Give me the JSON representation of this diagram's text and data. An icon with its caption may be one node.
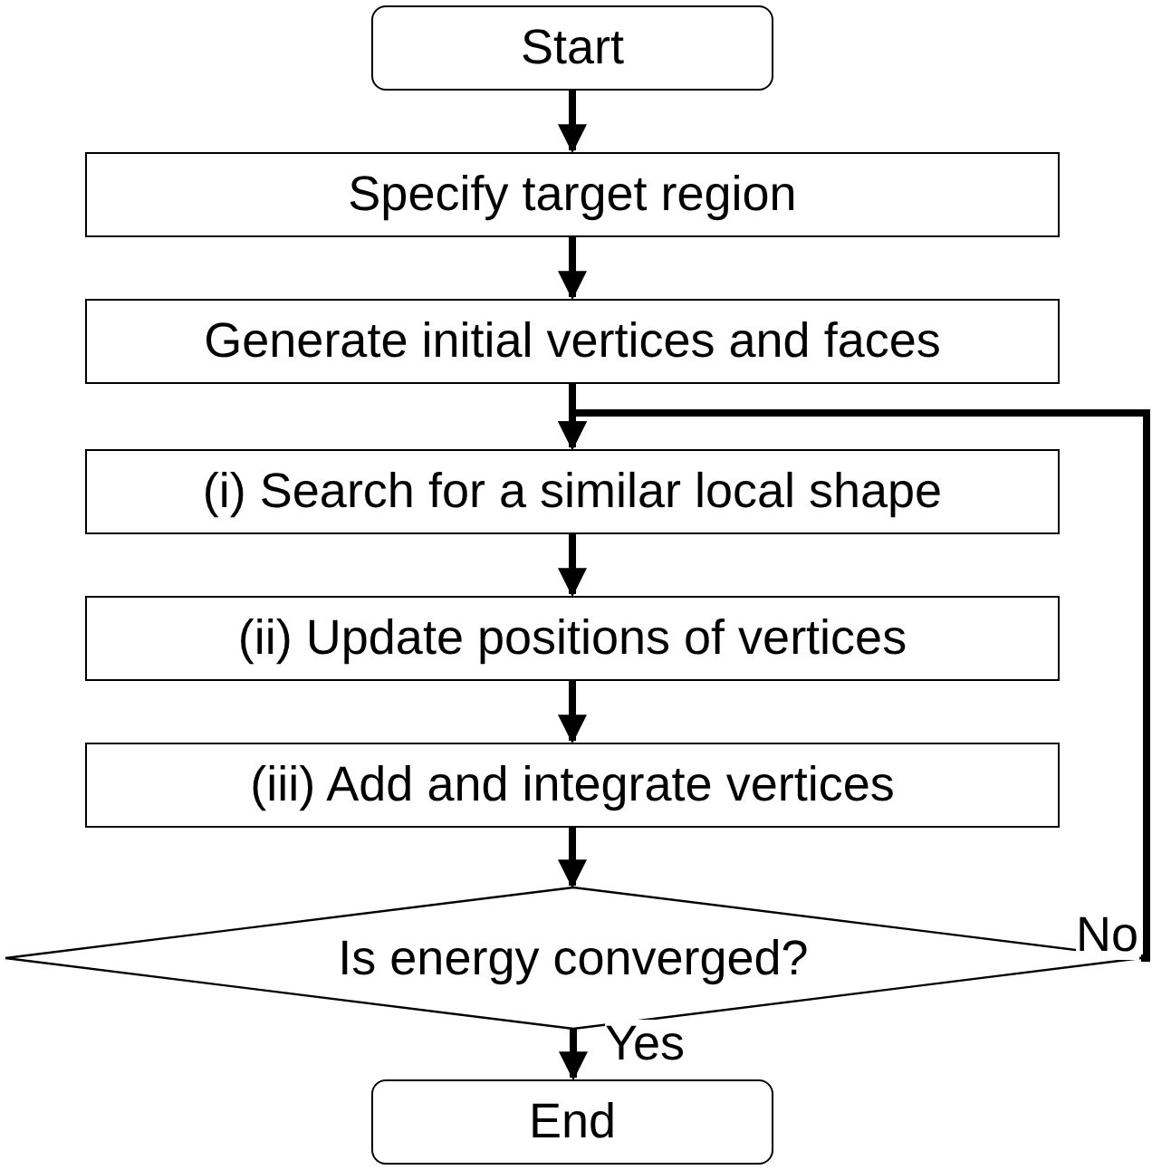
{
  "diagram": {
    "nodes": [
      {
        "text": [
          "Start"
        ]
      },
      {
        "text": [
          "Specify target region"
        ]
      },
      {
        "text": [
          "Generate initial vertices and faces"
        ]
      },
      {
        "text": [
          "(i) Search for a similar local shape"
        ]
      },
      {
        "text": [
          "(ii) Update positions of vertices"
        ]
      },
      {
        "text": [
          "(iii) Add and integrate vertices"
        ]
      },
      {
        "text": [
          "Is energy converged?"
        ]
      },
      {
        "text": [
          "End"
        ]
      }
    ],
    "edges": [
      {
        "from": 0,
        "to": 1,
        "arrow": "to"
      },
      {
        "from": 1,
        "to": 2,
        "arrow": "to"
      },
      {
        "from": 2,
        "to": 3,
        "arrow": "to"
      },
      {
        "from": 3,
        "to": 4,
        "arrow": "to"
      },
      {
        "from": 4,
        "to": 5,
        "arrow": "to"
      },
      {
        "from": 5,
        "to": 6,
        "arrow": "to"
      },
      {
        "from": 6,
        "to": 7,
        "arrow": "to",
        "label": "Yes"
      },
      {
        "from": 6,
        "to": 3,
        "arrow": "to",
        "label": "No"
      }
    ]
  }
}
